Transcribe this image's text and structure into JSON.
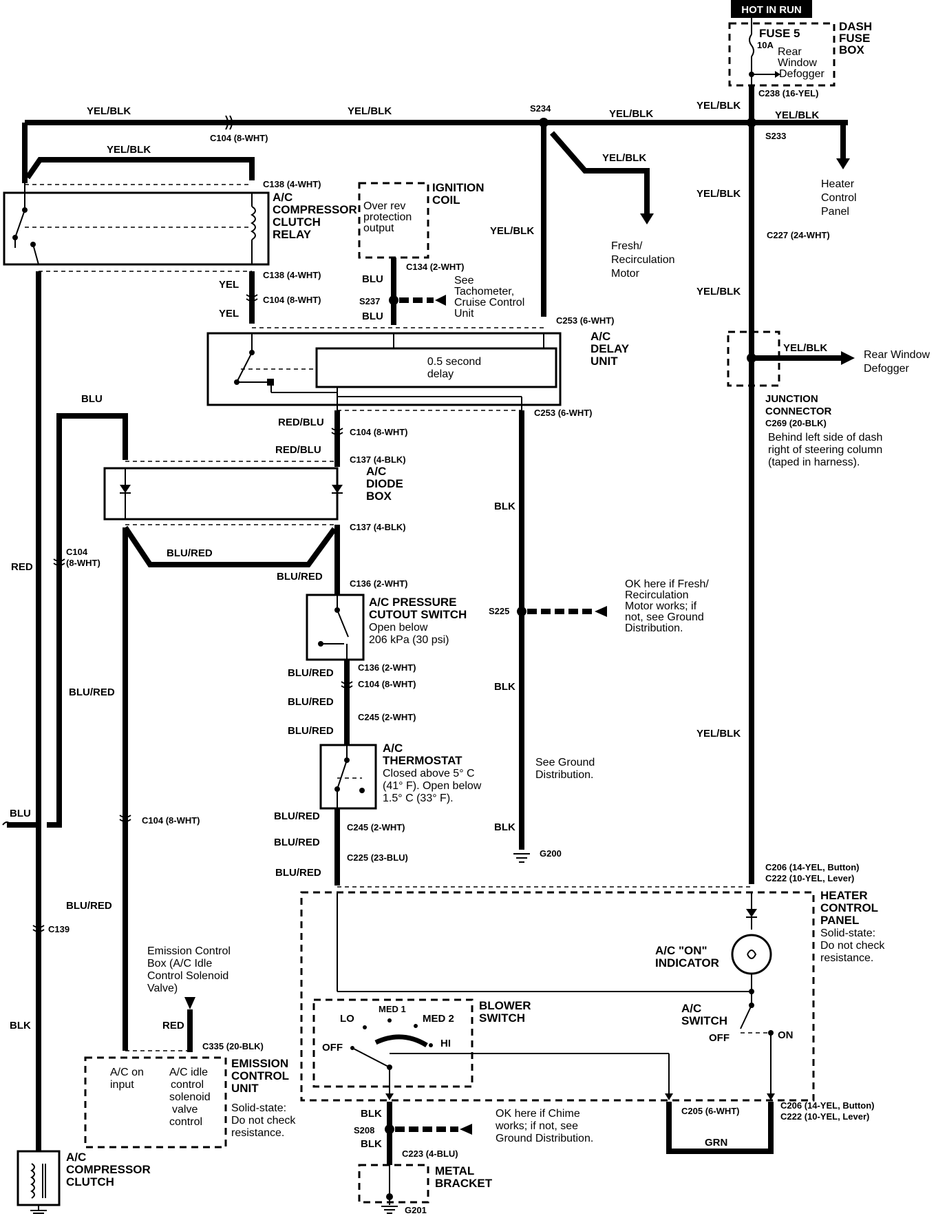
{
  "header": {
    "hot_in_run": "HOT IN RUN"
  },
  "fuse_box": {
    "fuse": "FUSE 5",
    "rating": "10A",
    "rear_window_defogger_1": "Rear",
    "rear_window_defogger_2": "Window",
    "rear_window_defogger_3": "Defogger",
    "dash_1": "DASH",
    "dash_2": "FUSE",
    "dash_3": "BOX",
    "connector": "C238 (16-YEL)"
  },
  "wires": {
    "yel_blk": "YEL/BLK",
    "yel": "YEL",
    "blu": "BLU",
    "red_blu": "RED/BLU",
    "blu_red": "BLU/RED",
    "blk": "BLK",
    "red": "RED",
    "grn": "GRN"
  },
  "splices": {
    "s234": "S234",
    "s233": "S233",
    "s237": "S237",
    "s225": "S225",
    "s208": "S208"
  },
  "connectors": {
    "c104_top": "C104 (8-WHT)",
    "c138_top": "C138 (4-WHT)",
    "c138_bot": "C138 (4-WHT)",
    "c104_yel": "C104 (8-WHT)",
    "c134": "C134 (2-WHT)",
    "c253_top": "C253 (6-WHT)",
    "c253_bot": "C253 (6-WHT)",
    "c227": "C227 (24-WHT)",
    "c104_redblu": "C104 (8-WHT)",
    "c137_top": "C137 (4-BLK)",
    "c137_bot": "C137 (4-BLK)",
    "c104_left_1": "C104",
    "c104_left_2": "(8-WHT)",
    "c136_top": "C136 (2-WHT)",
    "c136_bot": "C136 (2-WHT)",
    "c104_mid": "C104 (8-WHT)",
    "c245_top": "C245 (2-WHT)",
    "c245_bot": "C245 (2-WHT)",
    "c225": "C225 (23-BLU)",
    "c104_long": "C104 (8-WHT)",
    "c139": "C139",
    "c335": "C335 (20-BLK)",
    "c206_top": "C206 (14-YEL, Button)",
    "c222_top": "C222 (10-YEL, Lever)",
    "c205": "C205 (6-WHT)",
    "c206_bot": "C206 (14-YEL, Button)",
    "c222_bot": "C222 (10-YEL, Lever)",
    "c223": "C223 (4-BLU)",
    "g200": "G200",
    "g201": "G201"
  },
  "components": {
    "relay_1": "A/C",
    "relay_2": "COMPRESSOR",
    "relay_3": "CLUTCH",
    "relay_4": "RELAY",
    "ign_1": "IGNITION",
    "ign_2": "COIL",
    "overrev_1": "Over rev",
    "overrev_2": "protection",
    "overrev_3": "output",
    "tach_1": "See",
    "tach_2": "Tachometer,",
    "tach_3": "Cruise Control",
    "tach_4": "Unit",
    "fresh_1": "Fresh/",
    "fresh_2": "Recirculation",
    "fresh_3": "Motor",
    "heater_1": "Heater",
    "heater_2": "Control",
    "heater_3": "Panel",
    "delay_1": "A/C",
    "delay_2": "DELAY",
    "delay_3": "UNIT",
    "delay_inner_1": "0.5 second",
    "delay_inner_2": "delay",
    "rwd_1": "Rear Window",
    "rwd_2": "Defogger",
    "jc_1": "JUNCTION",
    "jc_2": "CONNECTOR",
    "jc_3": "C269 (20-BLK)",
    "jc_4": "Behind left side of dash",
    "jc_5": "right of steering column",
    "jc_6": "(taped in harness).",
    "diode_1": "A/C",
    "diode_2": "DIODE",
    "diode_3": "BOX",
    "press_1": "A/C PRESSURE",
    "press_2": "CUTOUT SWITCH",
    "press_3": "Open below",
    "press_4": "206 kPa (30 psi)",
    "ok_fresh_1": "OK here if Fresh/",
    "ok_fresh_2": "Recirculation",
    "ok_fresh_3": "Motor works; if",
    "ok_fresh_4": "not, see Ground",
    "ok_fresh_5": "Distribution.",
    "thermo_1": "A/C",
    "thermo_2": "THERMOSTAT",
    "thermo_3": "Closed above 5° C",
    "thermo_4": "(41° F). Open below",
    "thermo_5": "1.5° C (33° F).",
    "see_ground_1": "See Ground",
    "see_ground_2": "Distribution.",
    "hcp_1": "HEATER",
    "hcp_2": "CONTROL",
    "hcp_3": "PANEL",
    "hcp_4": "Solid-state:",
    "hcp_5": "Do not check",
    "hcp_6": "resistance.",
    "acon_1": "A/C \"ON\"",
    "acon_2": "INDICATOR",
    "blower_1": "BLOWER",
    "blower_2": "SWITCH",
    "lo": "LO",
    "med1": "MED 1",
    "med2": "MED 2",
    "hi": "HI",
    "off": "OFF",
    "acsw_1": "A/C",
    "acsw_2": "SWITCH",
    "acsw_off": "OFF",
    "acsw_on": "ON",
    "ecb_1": "Emission Control",
    "ecb_2": "Box (A/C Idle",
    "ecb_3": "Control Solenoid",
    "ecb_4": "Valve)",
    "ecu_1": "EMISSION",
    "ecu_2": "CONTROL",
    "ecu_3": "UNIT",
    "ecu_4": "Solid-state:",
    "ecu_5": "Do not check",
    "ecu_6": "resistance.",
    "acon_input_1": "A/C on",
    "acon_input_2": "input",
    "idle_1": "A/C idle",
    "idle_2": "control",
    "idle_3": "solenoid",
    "idle_4": "valve",
    "idle_5": "control",
    "clutch_1": "A/C",
    "clutch_2": "COMPRESSOR",
    "clutch_3": "CLUTCH",
    "chime_1": "OK here if Chime",
    "chime_2": "works; if not, see",
    "chime_3": "Ground Distribution.",
    "bracket_1": "METAL",
    "bracket_2": "BRACKET"
  }
}
